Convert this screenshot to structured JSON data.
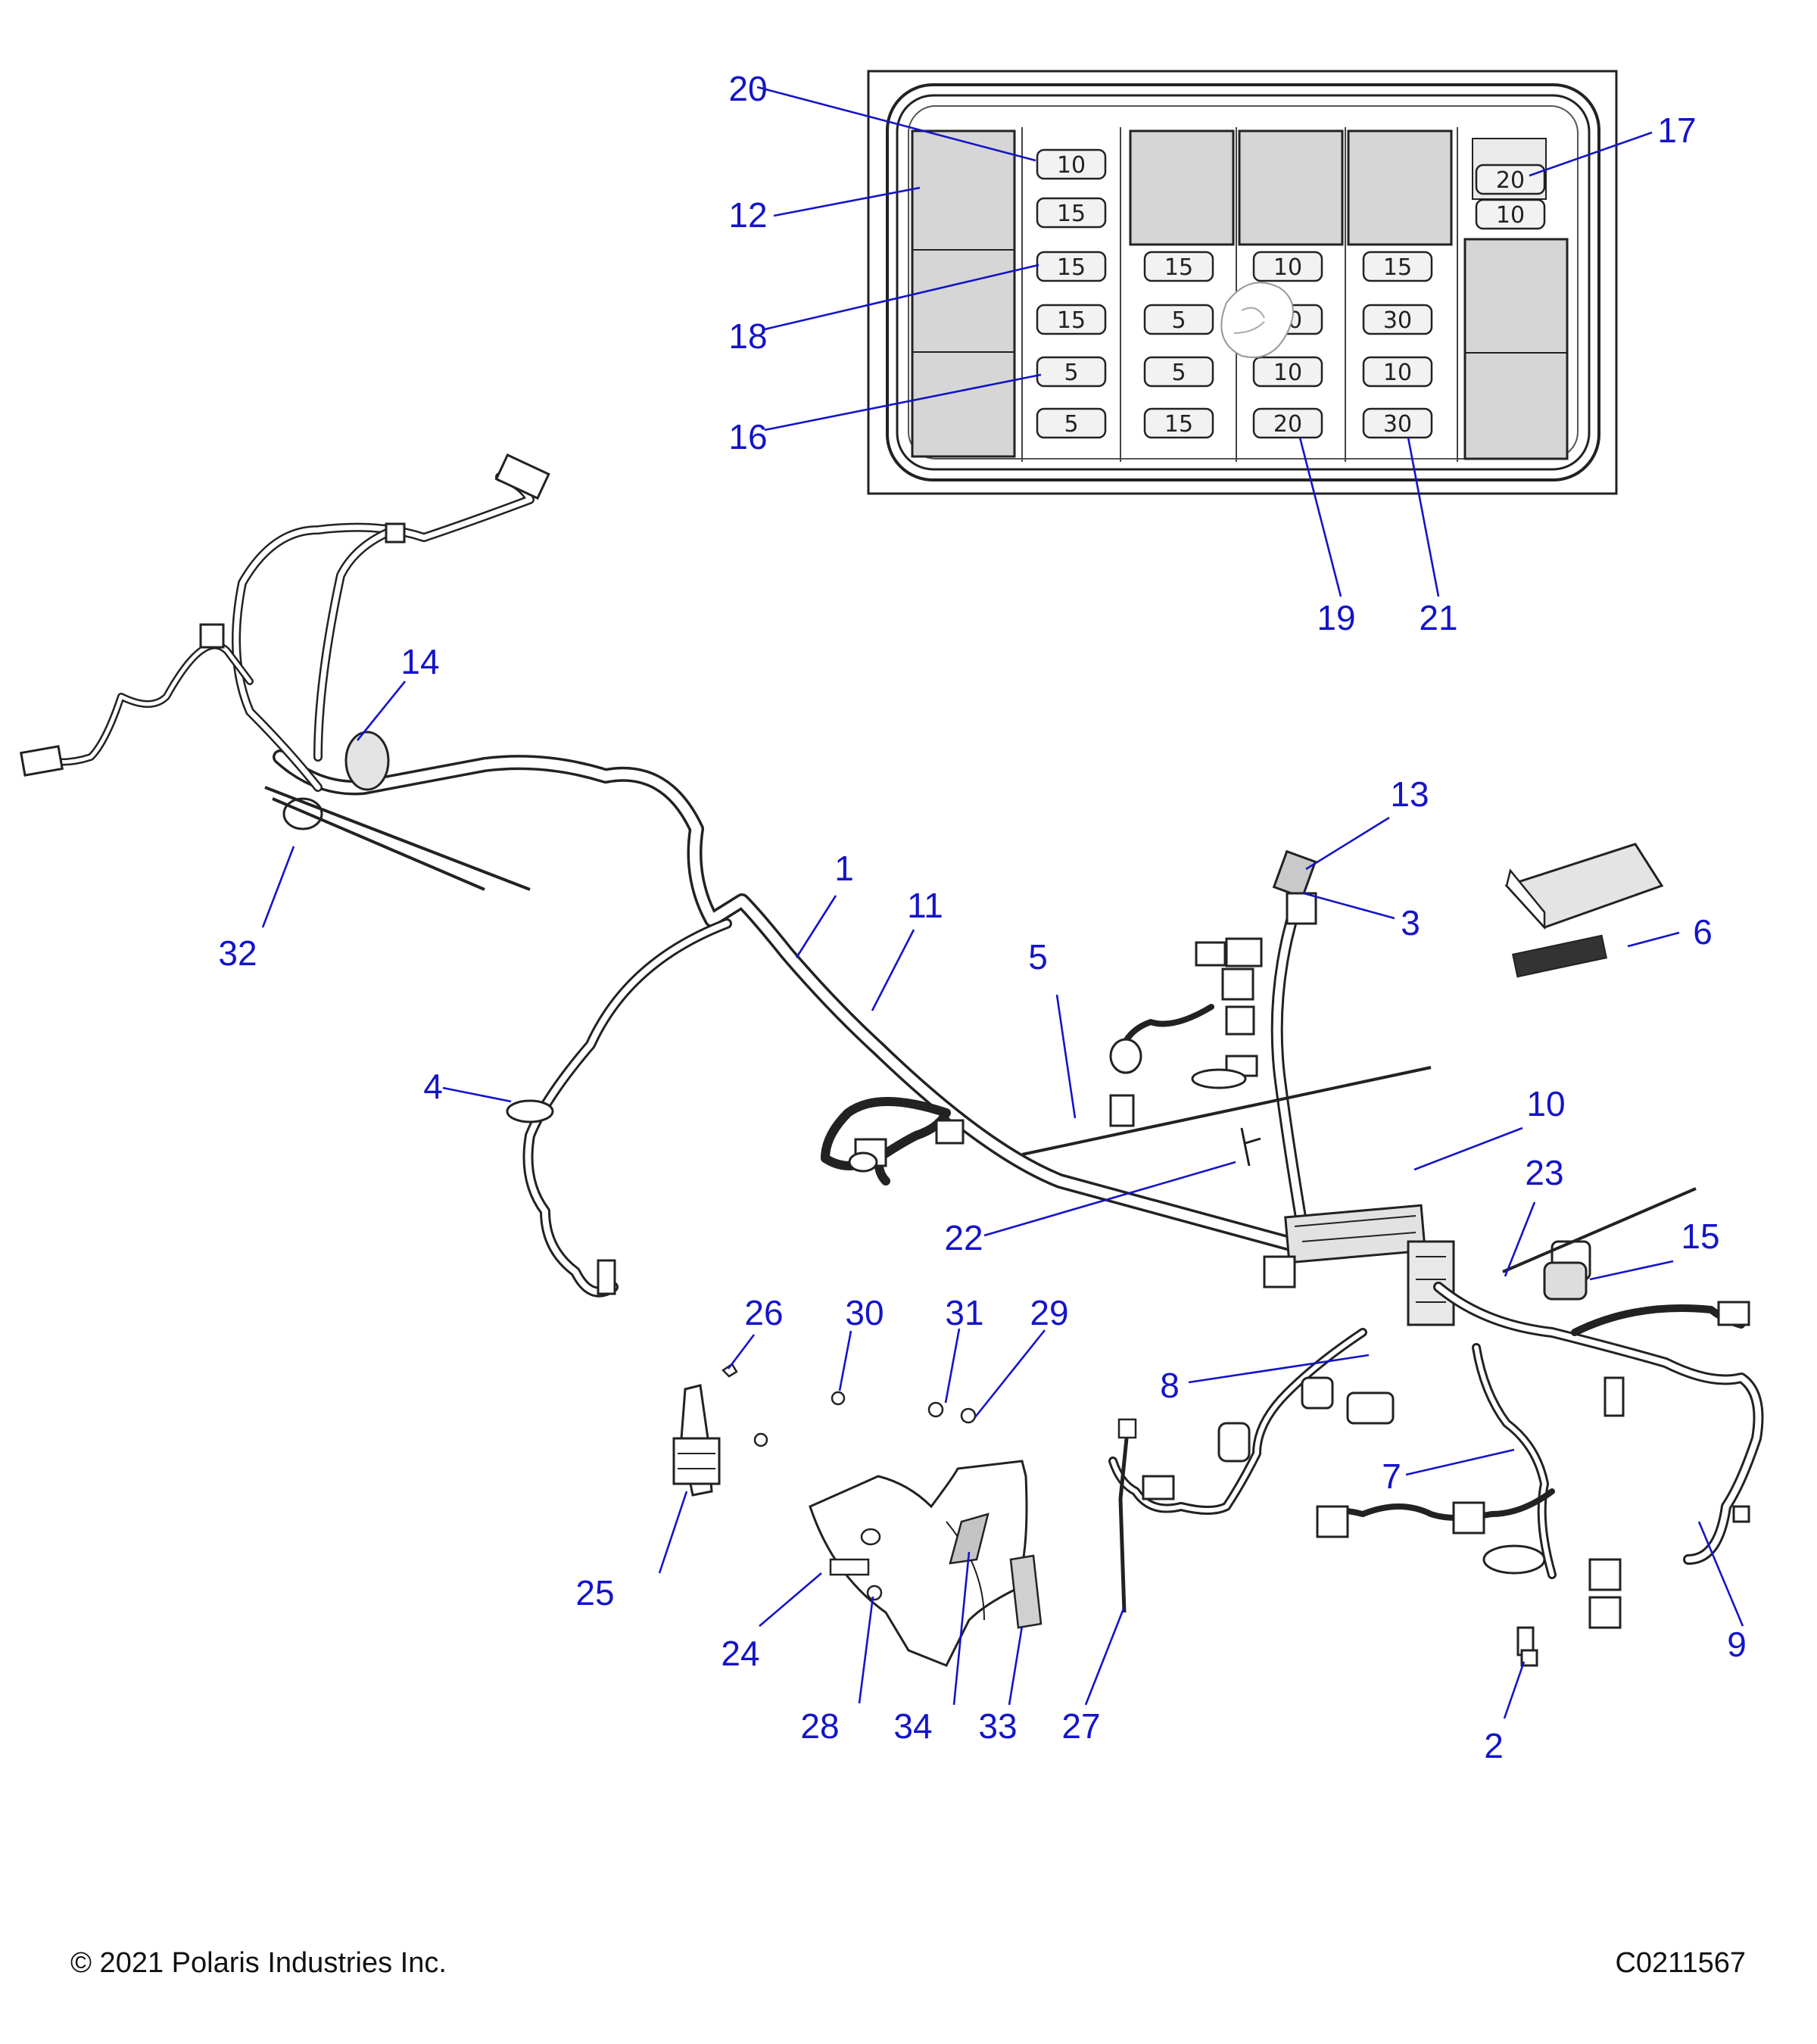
{
  "footer": {
    "copyright": "© 2021 Polaris Industries Inc.",
    "drawing_number": "C0211567"
  },
  "callouts": {
    "c1": "1",
    "c2": "2",
    "c3": "3",
    "c4": "4",
    "c5": "5",
    "c6": "6",
    "c7": "7",
    "c8": "8",
    "c9": "9",
    "c10": "10",
    "c11": "11",
    "c12": "12",
    "c13": "13",
    "c14": "14",
    "c15": "15",
    "c16": "16",
    "c17": "17",
    "c18": "18",
    "c19": "19",
    "c20": "20",
    "c21": "21",
    "c22": "22",
    "c23": "23",
    "c24": "24",
    "c25": "25",
    "c26": "26",
    "c27": "27",
    "c28": "28",
    "c29": "29",
    "c30": "30",
    "c31": "31",
    "c32": "32",
    "c33": "33",
    "c34": "34"
  },
  "fuse_box": {
    "col1": [
      "10",
      "15",
      "15",
      "15",
      "5",
      "5"
    ],
    "col2": [
      "15",
      "5",
      "5",
      "15"
    ],
    "col3": [
      "10",
      "10",
      "10",
      "20"
    ],
    "col4": [
      "15",
      "30",
      "10",
      "30"
    ],
    "top_right": [
      "20",
      "10"
    ]
  },
  "colors": {
    "callout": "#1414c8",
    "line_art": "#222222",
    "relay_fill": "#d6d6d6"
  }
}
